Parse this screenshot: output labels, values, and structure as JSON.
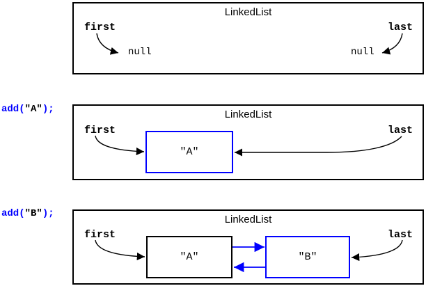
{
  "colors": {
    "accent_blue": "#0000ff",
    "ink": "#000000"
  },
  "code_calls": {
    "add_a": {
      "method_open": "add(",
      "argument": "\"A\"",
      "close": ");"
    },
    "add_b": {
      "method_open": "add(",
      "argument": "\"B\"",
      "close": ");"
    }
  },
  "panels": {
    "empty": {
      "title": "LinkedList",
      "first_label": "first",
      "last_label": "last",
      "first_value": "null",
      "last_value": "null"
    },
    "after_add_a": {
      "title": "LinkedList",
      "first_label": "first",
      "last_label": "last",
      "node_a_value": "\"A\""
    },
    "after_add_b": {
      "title": "LinkedList",
      "first_label": "first",
      "last_label": "last",
      "node_a_value": "\"A\"",
      "node_b_value": "\"B\""
    }
  }
}
